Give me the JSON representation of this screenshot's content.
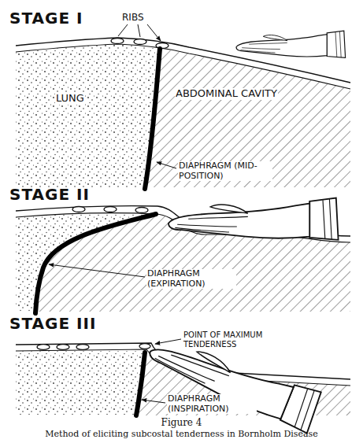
{
  "diagram": {
    "caption": "Method of eliciting subcostal tenderness in Bornholm Disease",
    "labels": [
      "STAGE I",
      "RIBS",
      "LUNG",
      "ABDOMINAL CAVITY",
      "DIAPHRAGM (MID-POSITION)",
      "STAGE II",
      "DIAPHRAGM (EXPIRATION)",
      "STAGE III",
      "POINT OF MAXIMUM TENDERNESS",
      "DIAPHRAGM (INSPIRATION)",
      "Figure 4"
    ]
  }
}
